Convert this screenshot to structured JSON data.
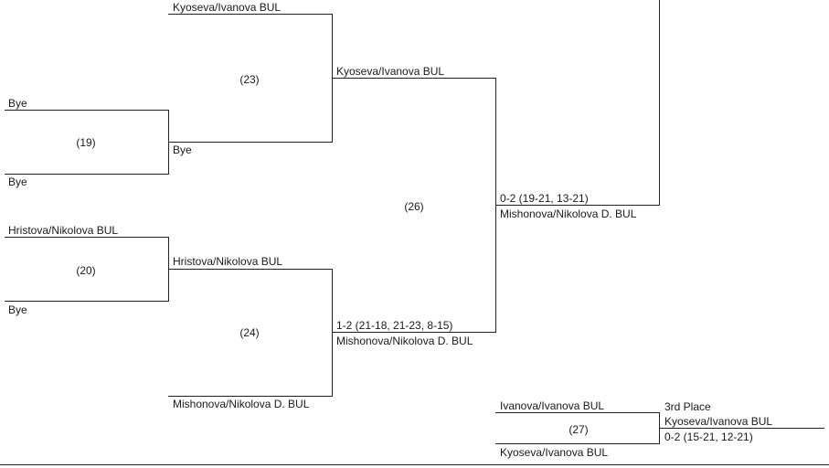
{
  "round1": {
    "m19": {
      "number": "(19)",
      "team_top": "Bye",
      "team_bottom": "Bye"
    },
    "m20": {
      "number": "(20)",
      "team_top": "Hristova/Nikolova BUL",
      "team_bottom": "Bye"
    }
  },
  "round2": {
    "m23": {
      "number": "(23)",
      "team_top": "Kyoseva/Ivanova BUL",
      "team_bottom": "Bye"
    },
    "m24": {
      "number": "(24)",
      "team_top": "Hristova/Nikolova BUL",
      "team_bottom": "Mishonova/Nikolova D. BUL"
    }
  },
  "round3": {
    "m26": {
      "number": "(26)",
      "team_top": "Kyoseva/Ivanova BUL",
      "bottom_score": "1-2 (21-18, 21-23, 8-15)",
      "team_bottom": "Mishonova/Nikolova D. BUL"
    }
  },
  "round4": {
    "score": "0-2 (19-21, 13-21)",
    "winner": "Mishonova/Nikolova D. BUL"
  },
  "third_place": {
    "number": "(27)",
    "team_top": "Ivanova/Ivanova BUL",
    "team_bottom": "Kyoseva/Ivanova BUL",
    "title": "3rd Place",
    "winner": "Kyoseva/Ivanova BUL",
    "score": "0-2 (15-21, 12-21)"
  }
}
